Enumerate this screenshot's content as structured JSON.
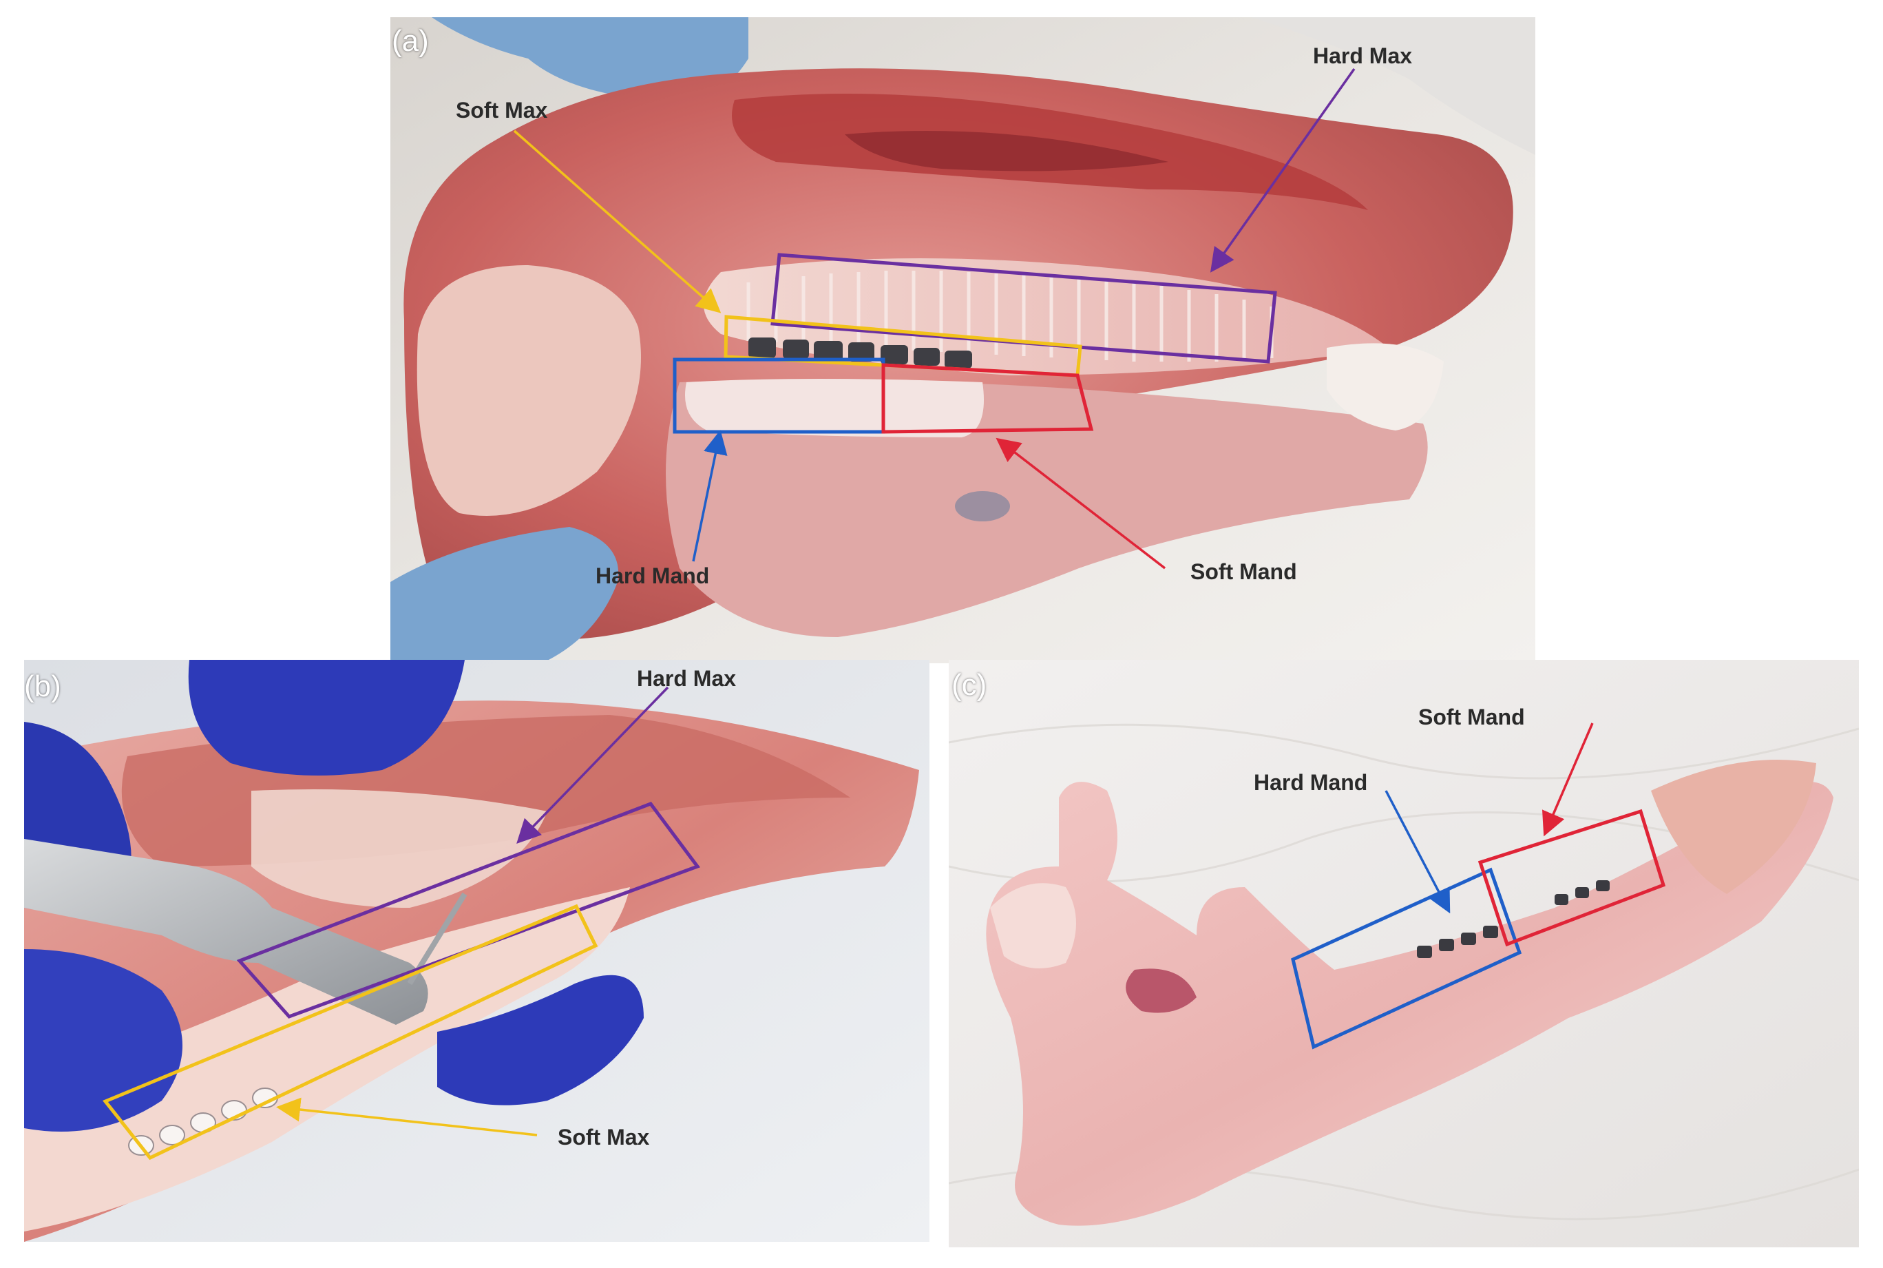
{
  "panels": {
    "a": {
      "letter": "(a)",
      "labels": {
        "hard_max": "Hard Max",
        "soft_max": "Soft Max",
        "hard_mand": "Hard Mand",
        "soft_mand": "Soft Mand"
      }
    },
    "b": {
      "letter": "(b)",
      "labels": {
        "hard_max": "Hard Max",
        "soft_max": "Soft Max"
      }
    },
    "c": {
      "letter": "(c)",
      "labels": {
        "hard_mand": "Hard Mand",
        "soft_mand": "Soft  Mand"
      }
    }
  },
  "colors": {
    "hard_max": "#6a2fa0",
    "soft_max": "#f2c21a",
    "hard_mand": "#1f5fc9",
    "soft_mand": "#e02437"
  },
  "icons": [
    "glove-icon",
    "handpiece-icon"
  ]
}
